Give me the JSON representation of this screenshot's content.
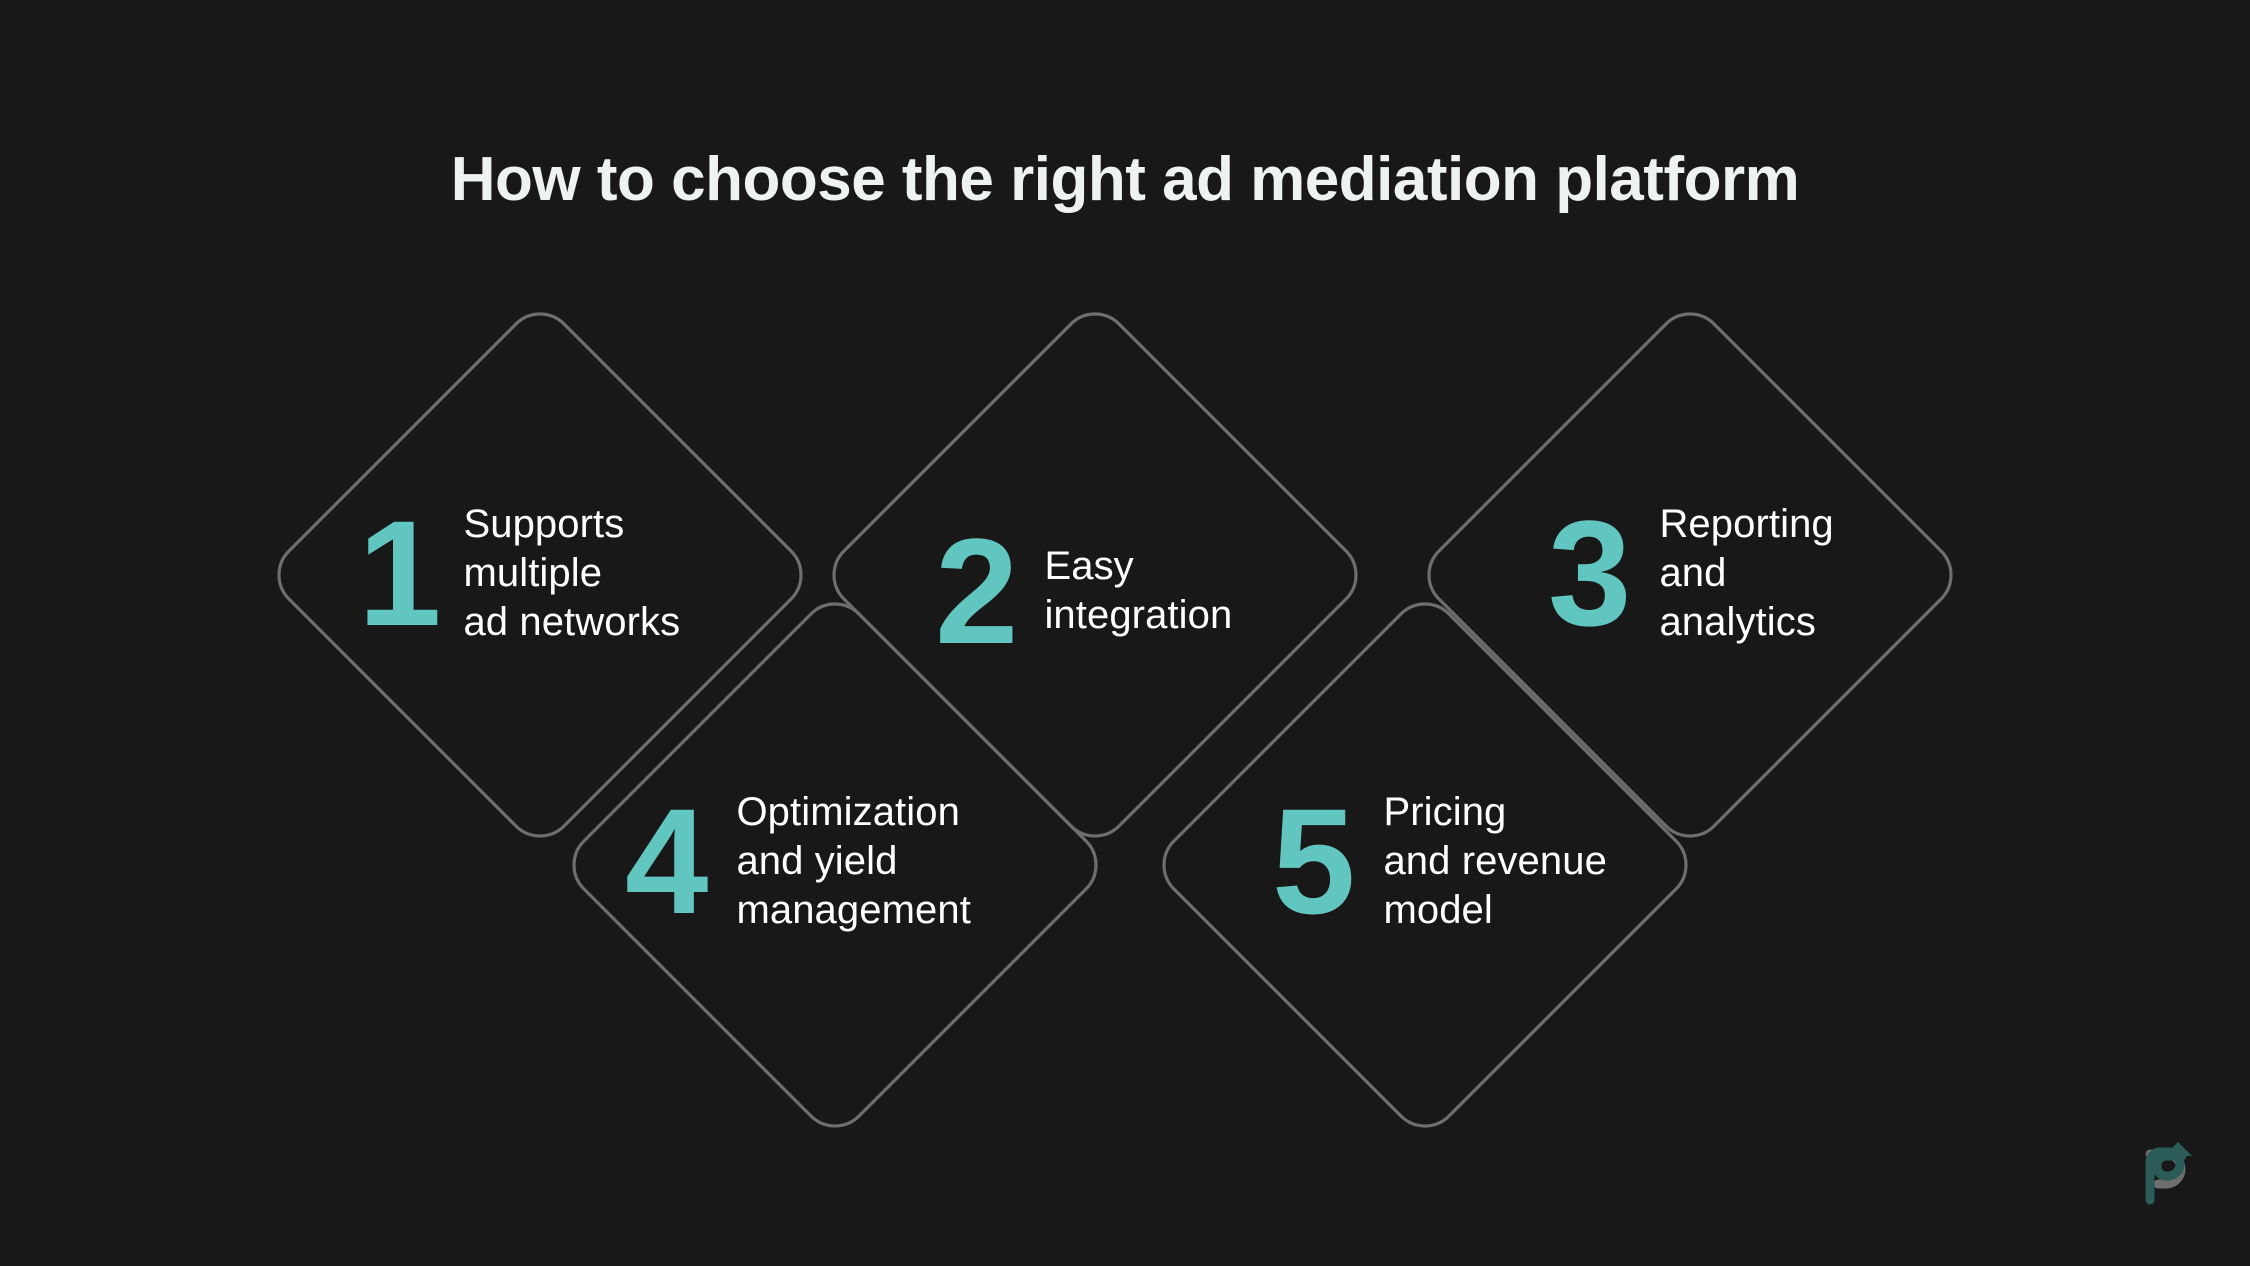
{
  "page": {
    "title": "How to choose the right ad mediation platform",
    "background_color": "#181818",
    "accent_color": "#62c6c0",
    "text_color": "#ffffff",
    "outline_color": "#6e6e6e"
  },
  "items": [
    {
      "number": "1",
      "lines": [
        "Supports",
        "multiple",
        "ad networks"
      ],
      "line1": "Supports",
      "line2": "multiple",
      "line3": "ad networks"
    },
    {
      "number": "2",
      "lines": [
        "Easy",
        "integration"
      ],
      "line1": "Easy",
      "line2": "integration",
      "line3": ""
    },
    {
      "number": "3",
      "lines": [
        "Reporting",
        "and",
        "analytics"
      ],
      "line1": "Reporting",
      "line2": "and",
      "line3": "analytics"
    },
    {
      "number": "4",
      "lines": [
        "Optimization",
        "and yield",
        "management"
      ],
      "line1": "Optimization",
      "line2": "and yield",
      "line3": "management"
    },
    {
      "number": "5",
      "lines": [
        "Pricing",
        "and revenue",
        "model"
      ],
      "line1": "Pricing",
      "line2": "and revenue",
      "line3": "model"
    }
  ],
  "logo": {
    "name": "p-arrow-logo",
    "loop_color": "#6e6e6e",
    "arrow_color": "#2c5c57"
  }
}
